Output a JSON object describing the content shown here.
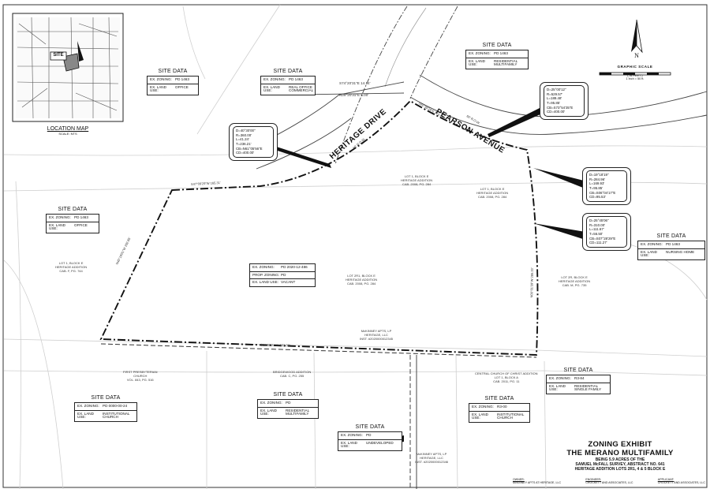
{
  "location_map": {
    "title": "LOCATION MAP",
    "scale": "SCALE: NTS",
    "site_tag": "SITE"
  },
  "north_arrow": {
    "letter": "N"
  },
  "graphic_scale": {
    "title": "GRAPHIC SCALE",
    "unit": "( IN FEET )",
    "ratio": "1 inch = 50 ft."
  },
  "streets": {
    "pearson": {
      "name": "PEARSON AVENUE",
      "row": "60' R.O.W."
    },
    "heritage": {
      "name": "HERITAGE DRIVE",
      "row": "60' R.O.W."
    }
  },
  "bearings": {
    "b1": "S74°20'31\"E 14.14'",
    "b2": "N29°20'31\"E 5.00'",
    "b3": "S60°39'29\"E 174.49'",
    "b4": "S47°09'29\"W 165.31'",
    "b5": "N45°19'01\"W 292.85'",
    "b6": "N00°01'39\"W 286.33'",
    "b7": "S89°58'21\"W 532.33'"
  },
  "site_data": [
    {
      "id": "nw",
      "title": "SITE DATA",
      "rows": [
        {
          "k": "EX. ZONING:",
          "v": "PD 1463"
        },
        {
          "k": "EX. LAND USE:",
          "v": "OFFICE"
        }
      ]
    },
    {
      "id": "nc",
      "title": "SITE DATA",
      "rows": [
        {
          "k": "EX. ZONING:",
          "v": "PD 1463"
        },
        {
          "k": "EX. LAND USE:",
          "v": "REAL OFFICE COMMERCIAL"
        }
      ]
    },
    {
      "id": "ne",
      "title": "SITE DATA",
      "rows": [
        {
          "k": "EX. ZONING:",
          "v": "PD 1463"
        },
        {
          "k": "EX. LAND USE:",
          "v": "RESIDENTIAL MULTIFAMILY"
        }
      ]
    },
    {
      "id": "w",
      "title": "SITE DATA",
      "rows": [
        {
          "k": "EX. ZONING:",
          "v": "PD 1463"
        },
        {
          "k": "EX. LAND USE:",
          "v": "OFFICE"
        }
      ]
    },
    {
      "id": "e",
      "title": "SITE DATA",
      "rows": [
        {
          "k": "EX. ZONING:",
          "v": "PD 1463"
        },
        {
          "k": "EX. LAND USE:",
          "v": "NURSING HOME"
        }
      ]
    },
    {
      "id": "se",
      "title": "SITE DATA",
      "rows": [
        {
          "k": "EX. ZONING:",
          "v": "R3-84"
        },
        {
          "k": "EX. LAND USE:",
          "v": "RESIDENTIAL SINGLE FAMILY"
        }
      ]
    },
    {
      "id": "sw",
      "title": "SITE DATA",
      "rows": [
        {
          "k": "EX. ZONING:",
          "v": "PD 0000-00-24"
        },
        {
          "k": "EX. LAND USE:",
          "v": "INSTITUTIONAL CHURCH"
        }
      ]
    },
    {
      "id": "sc",
      "title": "SITE DATA",
      "rows": [
        {
          "k": "EX. ZONING:",
          "v": "PD"
        },
        {
          "k": "EX. LAND USE:",
          "v": "RESIDENTIAL MULTIFAMILY"
        }
      ]
    },
    {
      "id": "sm",
      "title": "SITE DATA",
      "rows": [
        {
          "k": "EX. ZONING:",
          "v": "R3-00"
        },
        {
          "k": "EX. LAND USE:",
          "v": "INSTITUTIONAL CHURCH"
        }
      ]
    },
    {
      "id": "sb",
      "title": "SITE DATA",
      "rows": [
        {
          "k": "EX. ZONING:",
          "v": "PD"
        },
        {
          "k": "EX. LAND USE:",
          "v": "UNDEVELOPED"
        }
      ]
    }
  ],
  "subject_site": {
    "rows": [
      {
        "k": "EX. ZONING:",
        "v": "PD 2020-12-486"
      },
      {
        "k": "PROP. ZONING:",
        "v": "PD"
      },
      {
        "k": "EX. LAND USE:",
        "v": "VACANT"
      }
    ]
  },
  "curves": [
    {
      "id": "c1",
      "lines": [
        "D=40°30'00\"",
        "R=360.00'",
        "L=41.24'",
        "T=236.21'",
        "CB=N61°05'56\"E",
        "CD=400.00'"
      ]
    },
    {
      "id": "c2",
      "lines": [
        "D=25°00'12\"",
        "R=529.57'",
        "L=189.48'",
        "T=95.85'",
        "CB=S73°54'35\"E",
        "CD=400.00'"
      ]
    },
    {
      "id": "c3",
      "lines": [
        "D=19°18'19\"",
        "R=284.96'",
        "L=169.93'",
        "T=95.85'",
        "CB=S06°04'17\"E",
        "CD=95.53'"
      ]
    },
    {
      "id": "c4",
      "lines": [
        "D=25°45'06\"",
        "R=310.00'",
        "L=111.67'",
        "T=56.50'",
        "CB=S07°28'29\"E",
        "CD=111.27'"
      ]
    }
  ],
  "lot_labels": {
    "l1": [
      "LOT 1, BLOCK E",
      "HERITAGE ADDITION",
      "CAB. 2008, PG. 284"
    ],
    "l2": [
      "LOT 1, BLOCK E",
      "HERITAGE ADDITION",
      "CAB. 2008, PG. 284"
    ],
    "l3": [
      "LOT 1, BLOCK E",
      "HERITAGE ADDITION",
      "CAB. F, PG. 744"
    ],
    "l4": [
      "LOT 2R1, BLOCK E",
      "HERITAGE ADDITION",
      "CAB. 2008, PG. 284"
    ],
    "l5": [
      "LOT 2R, BLOCK E",
      "HERITAGE ADDITION",
      "CAB. M, PG. 735"
    ],
    "l6": [
      "FIRST PRESBYTERIAN",
      "CHURCH",
      "VOL. 843, PG. 516"
    ],
    "l7": [
      "BRIDGEWOOD ADDITION",
      "CAB. C, PG. 255"
    ],
    "l8": [
      "CENTRAL CHURCH OF CHRIST ADDITION",
      "LOT 1, BLOCK A",
      "CAB. 2011, PG. 11"
    ],
    "l9": [
      "McKINNEY APTS, LP",
      "HERITAGE, LLC",
      "INST. #2020000012345"
    ],
    "l10": [
      "McKINNEY APTS, LP",
      "HERITAGE, LLC",
      "INST. #2020000012346"
    ]
  },
  "title_block": {
    "title1": "ZONING EXHIBIT",
    "title2": "THE MERANO MULTIFAMILY",
    "sub1": "BEING 5.9 ACRES OF THE",
    "sub2": "SAMUEL McFALL SURVEY, ABSTRACT NO. 641",
    "sub3": "HERITAGE ADDITION LOTS 2R1, 4 & 5 BLOCK E",
    "footer": [
      {
        "head": "OWNER:",
        "text": "McKINNEY APTS AT HERITAGE, LLC"
      },
      {
        "head": "ENGINEER:",
        "text": "CROCKETT AND ASSOCIATES, LLC"
      },
      {
        "head": "APPLICANT:",
        "text": "CROCKETT AND ASSOCIATES, LLC"
      }
    ]
  }
}
